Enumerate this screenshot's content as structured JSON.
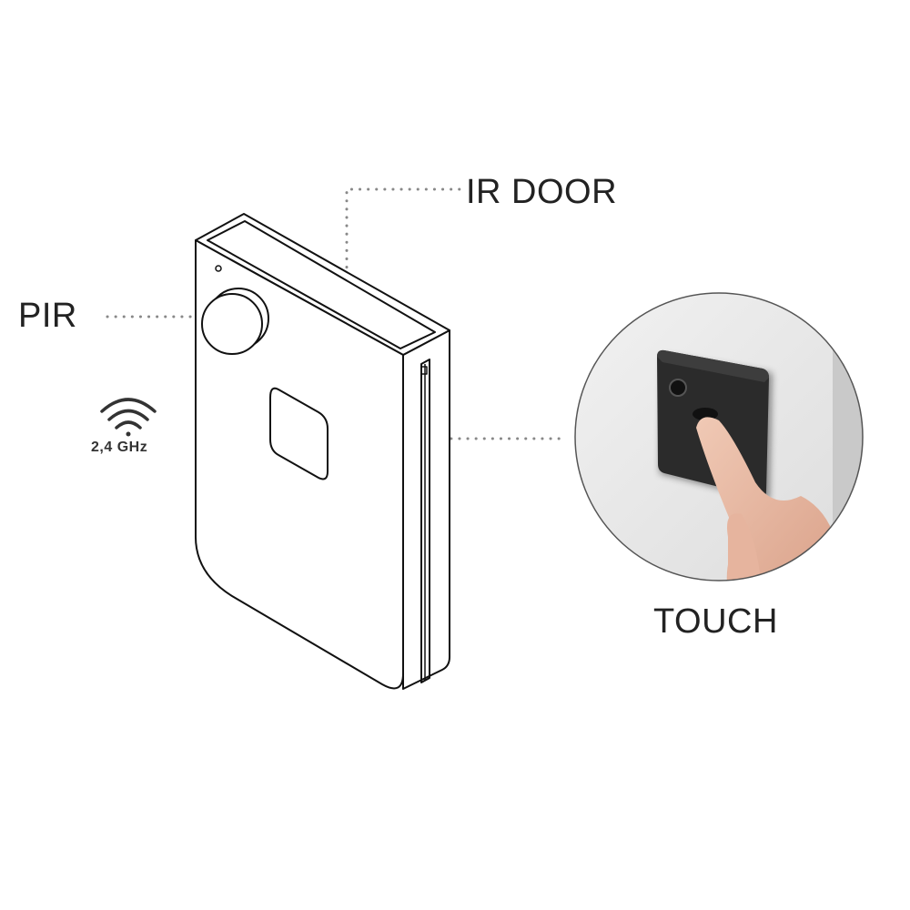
{
  "labels": {
    "ir_door": "IR DOOR",
    "pir": "PIR",
    "touch": "TOUCH",
    "frequency": "2,4 GHz"
  },
  "icons": {
    "wireless": "wifi-icon"
  },
  "colors": {
    "outline": "#111111",
    "leader_dots": "#888888",
    "text": "#222222",
    "plate": "#2a2a2a"
  }
}
